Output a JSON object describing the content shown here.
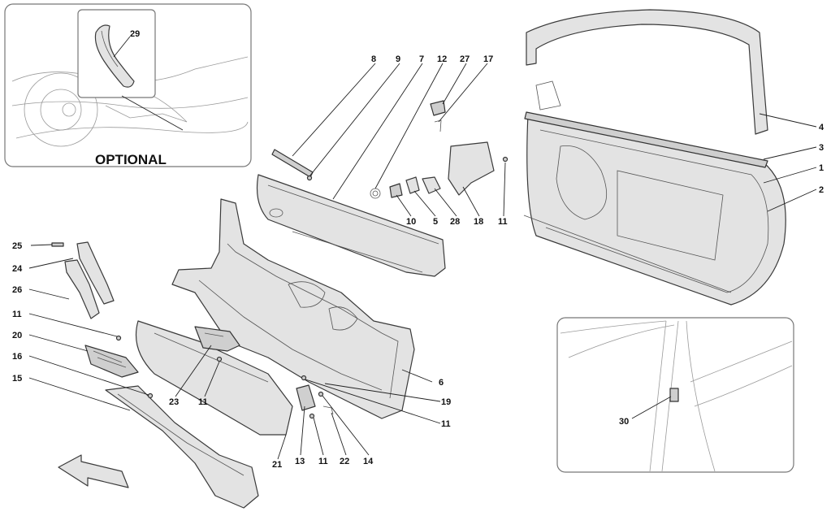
{
  "inset_top_left": {
    "label": "OPTIONAL",
    "callout": "29"
  },
  "inset_bottom_right": {
    "callout": "30"
  },
  "callouts": [
    "1",
    "2",
    "3",
    "4",
    "5",
    "6",
    "7",
    "8",
    "9",
    "10",
    "11",
    "12",
    "13",
    "14",
    "15",
    "16",
    "17",
    "18",
    "19",
    "20",
    "21",
    "22",
    "23",
    "24",
    "25",
    "26",
    "27",
    "28",
    "29",
    "30"
  ],
  "labels": {
    "c8": "8",
    "c9": "9",
    "c7": "7",
    "c12": "12",
    "c27": "27",
    "c17": "17",
    "c4": "4",
    "c3": "3",
    "c1": "1",
    "c2": "2",
    "c10": "10",
    "c5": "5",
    "c28": "28",
    "c18": "18",
    "c11a": "11",
    "c25": "25",
    "c24": "24",
    "c26": "26",
    "c11b": "11",
    "c20": "20",
    "c16": "16",
    "c15": "15",
    "c23": "23",
    "c11c": "11",
    "c6": "6",
    "c19": "19",
    "c11d": "11",
    "c13": "13",
    "c11e": "11",
    "c22": "22",
    "c14": "14",
    "c21": "21"
  }
}
